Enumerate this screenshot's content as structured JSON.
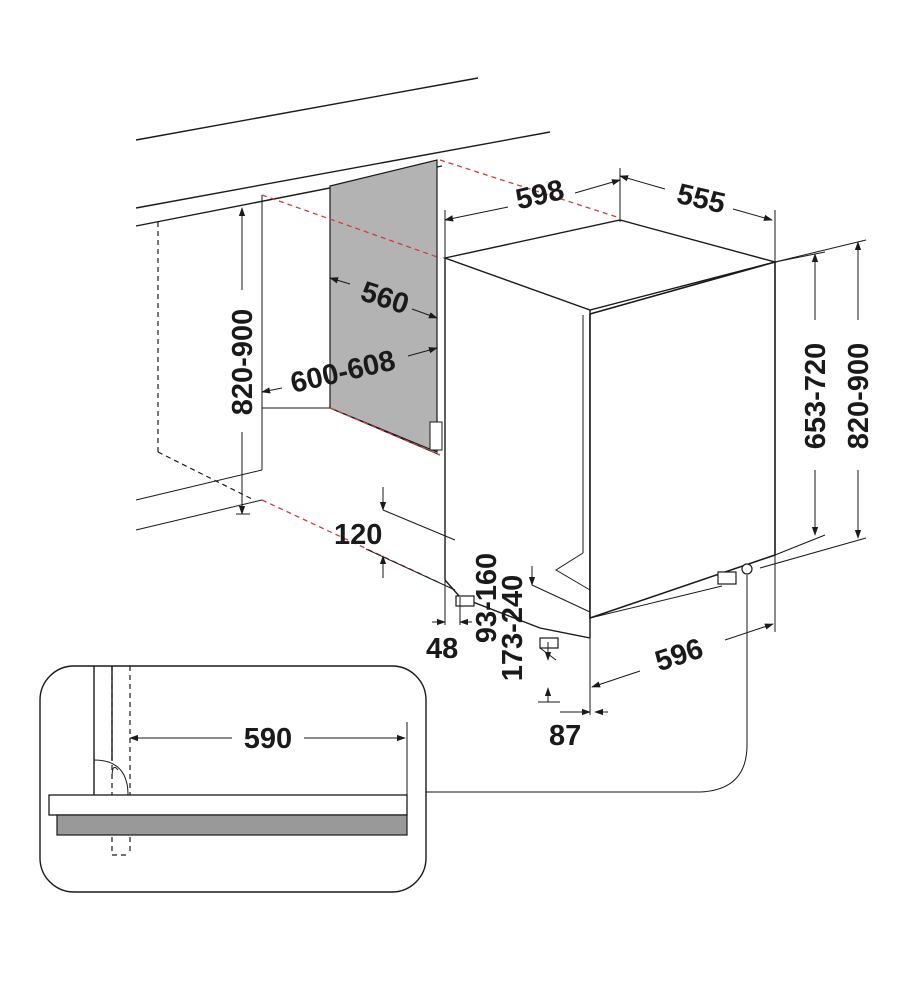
{
  "dimensions": {
    "d598": "598",
    "d555": "555",
    "d560": "560",
    "d600_608": "600-608",
    "d820_900_left": "820-900",
    "d653_720": "653-720",
    "d820_900_right": "820-900",
    "d120": "120",
    "d93_160": "93-160",
    "d173_240": "173-240",
    "d48": "48",
    "d596": "596",
    "d87": "87",
    "d590": "590"
  },
  "colors": {
    "line": "#1a1a1a",
    "panel_fill": "#b3b3b3",
    "panel_dark": "#999999",
    "red_dashed": "#d23c3c",
    "background": "#ffffff"
  }
}
